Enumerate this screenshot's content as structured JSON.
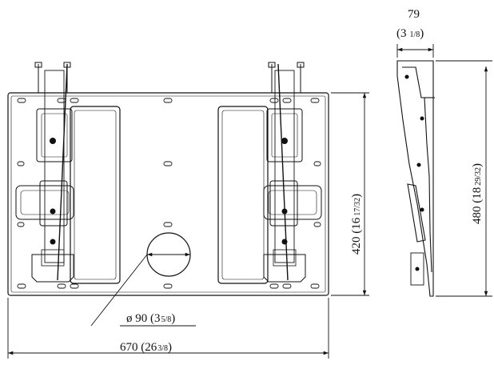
{
  "dimensions": {
    "width": {
      "main": "670 (26",
      "frac": "3/8",
      "close": ")"
    },
    "height": {
      "main": "420 (16",
      "frac": "17/32",
      "close": ")"
    },
    "depth": {
      "main": "79",
      "sub": "(3",
      "frac": "1/8",
      "close": ")"
    },
    "side_height": {
      "main": "480 (18",
      "frac": "29/32",
      "close": ")"
    },
    "hole": {
      "main": "ø 90 (3",
      "frac": "5/8",
      "close": ")"
    }
  }
}
